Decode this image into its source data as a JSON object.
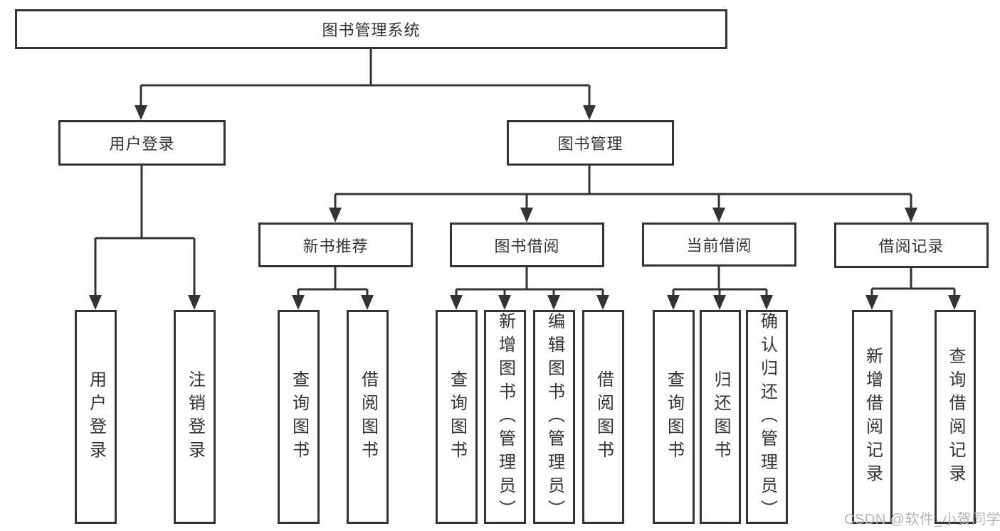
{
  "colors": {
    "background": "#ffffff",
    "line": "#333333",
    "text": "#333333",
    "watermark": "#b5b5b5"
  },
  "tree": {
    "root": "图书管理系统",
    "user": {
      "label": "用户登录",
      "leaves": [
        "用户登录",
        "注销登录"
      ]
    },
    "book": {
      "label": "图书管理",
      "new": {
        "label": "新书推荐",
        "leaves": [
          "查询图书",
          "借阅图书"
        ]
      },
      "borrow": {
        "label": "图书借阅",
        "leaves": [
          "查询图书",
          "新增图书（管理员）",
          "编辑图书（管理员）",
          "借阅图书"
        ]
      },
      "current": {
        "label": "当前借阅",
        "leaves": [
          "查询图书",
          "归还图书",
          "确认归还（管理员）"
        ]
      },
      "record": {
        "label": "借阅记录",
        "leaves": [
          "新增借阅记录",
          "查询借阅记录"
        ]
      }
    }
  },
  "watermark": "CSDN @软件_小贺同学"
}
